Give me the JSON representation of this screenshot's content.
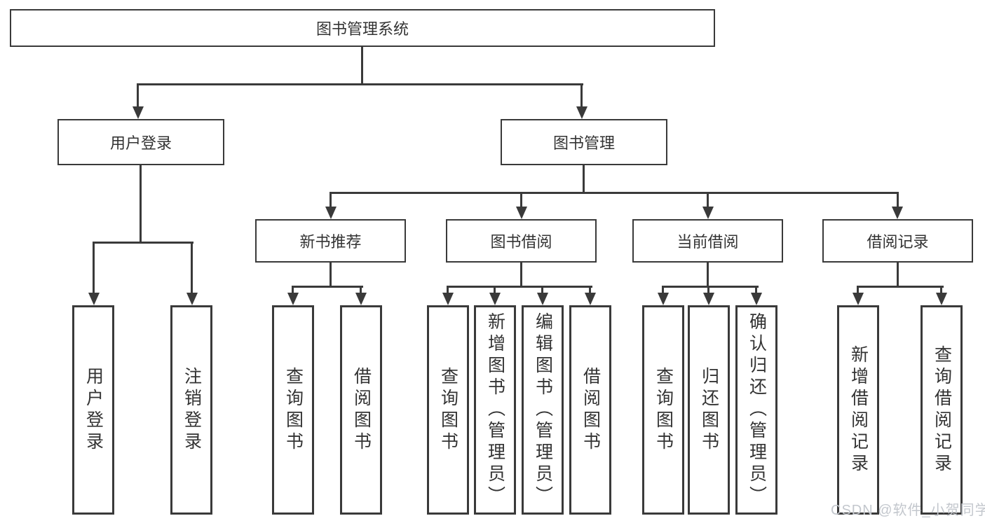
{
  "diagram": {
    "title": "图书管理系统",
    "level2": [
      "用户登录",
      "图书管理"
    ],
    "level3": [
      "新书推荐",
      "图书借阅",
      "当前借阅",
      "借阅记录"
    ],
    "leaves": {
      "user_login": [
        "用户登录",
        "注销登录"
      ],
      "new_book_recommend": [
        "查询图书",
        "借阅图书"
      ],
      "book_borrow": [
        "查询图书",
        "新增图书（管理员）",
        "编辑图书（管理员）",
        "借阅图书"
      ],
      "current_borrow": [
        "查询图书",
        "归还图书",
        "确认归还（管理员）"
      ],
      "borrow_records": [
        "新增借阅记录",
        "查询借阅记录"
      ]
    },
    "colors": {
      "line": "#3a3a3a",
      "text": "#333333",
      "background": "#ffffff",
      "watermark": "#c3c7cd"
    }
  },
  "watermark": {
    "text": "CSDN @软件_小贺同学"
  }
}
